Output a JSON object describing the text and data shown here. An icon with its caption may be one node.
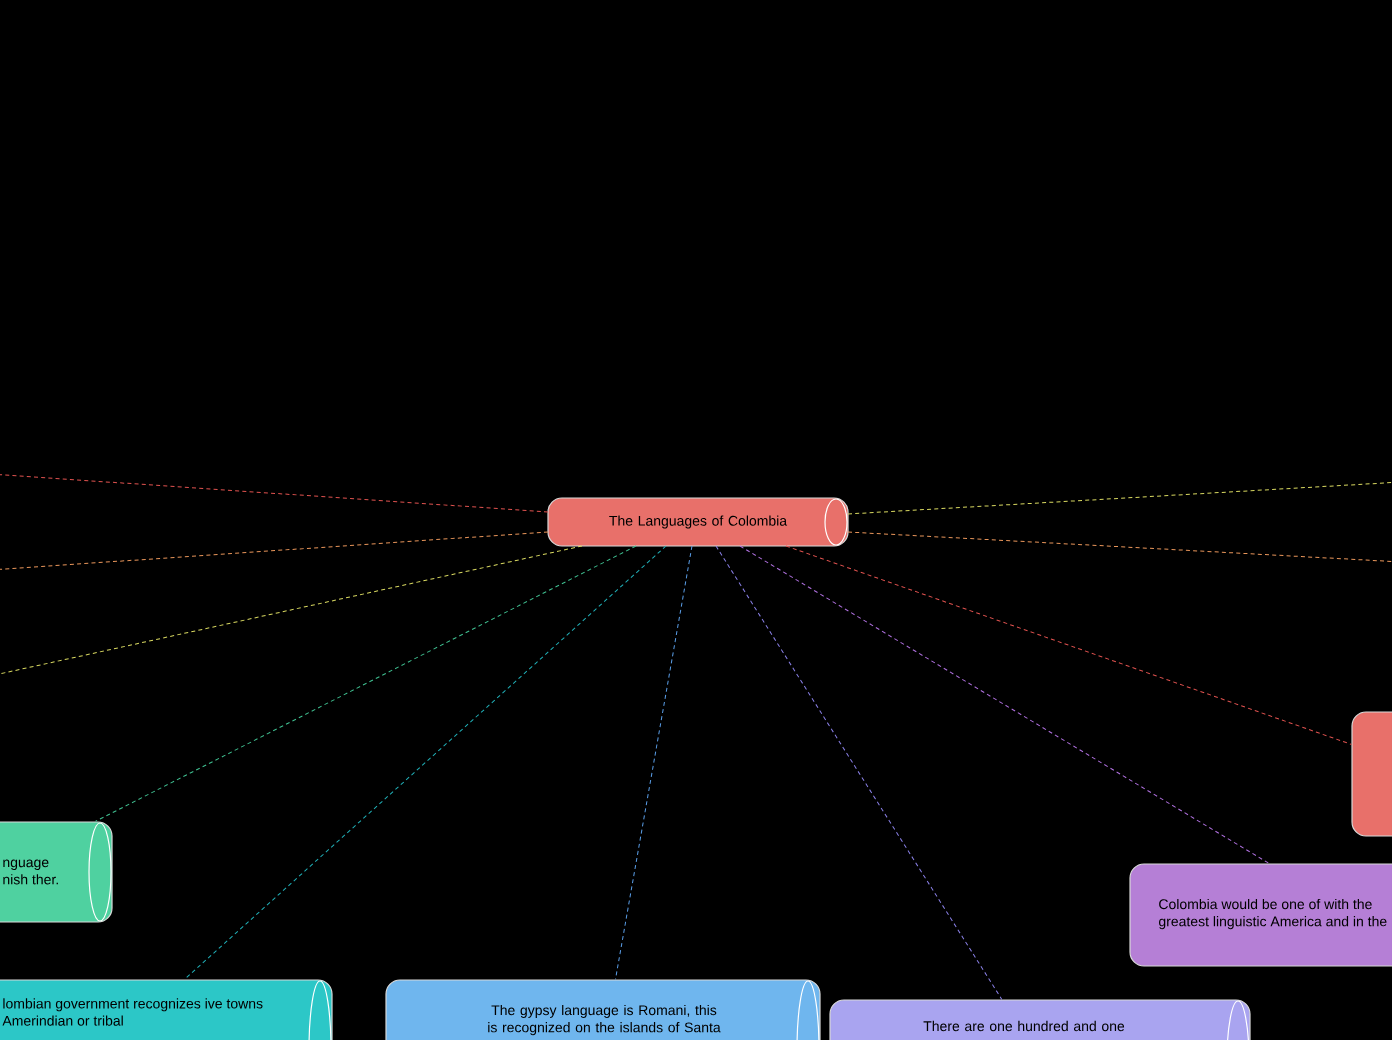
{
  "diagram": {
    "nodes": [
      {
        "text": [
          "The Languages of Colombia"
        ]
      },
      {
        "text": [],
        "shape": "cylinder"
      },
      {
        "text": [
          "nguage nish ther."
        ]
      },
      {
        "text": [
          "Colombia would be one of with the greatest linguistic America and in the"
        ]
      },
      {
        "text": [
          "lombian government recognizes ive towns Amerindian or tribal"
        ]
      },
      {
        "text": [
          "The gypsy language is Romani, this is recognized on the islands of Santa"
        ]
      },
      {
        "text": [
          "There are one hundred and one"
        ]
      }
    ],
    "edges": [
      {
        "from": 0,
        "to": null,
        "arrow": "none",
        "style": "dashed",
        "color": "#e0524f"
      },
      {
        "from": 0,
        "to": null,
        "arrow": "none",
        "style": "dashed",
        "color": "#e8955a"
      },
      {
        "from": 0,
        "to": null,
        "arrow": "none",
        "style": "dashed",
        "color": "#d8d860"
      },
      {
        "from": 0,
        "to": 2,
        "arrow": "none",
        "style": "dashed",
        "color": "#3fbf90"
      },
      {
        "from": 0,
        "to": 4,
        "arrow": "none",
        "style": "dashed",
        "color": "#20b0b8"
      },
      {
        "from": 0,
        "to": 5,
        "arrow": "none",
        "style": "dashed",
        "color": "#5a9ee8"
      },
      {
        "from": 0,
        "to": 6,
        "arrow": "none",
        "style": "dashed",
        "color": "#8a80e8"
      },
      {
        "from": 0,
        "to": 3,
        "arrow": "none",
        "style": "dashed",
        "color": "#b070e0"
      },
      {
        "from": 0,
        "to": 1,
        "arrow": "none",
        "style": "dashed",
        "color": "#e0524f"
      },
      {
        "from": 0,
        "to": null,
        "arrow": "none",
        "style": "dashed",
        "color": "#e8955a"
      },
      {
        "from": 0,
        "to": null,
        "arrow": "none",
        "style": "dashed",
        "color": "#d8d860"
      }
    ]
  }
}
